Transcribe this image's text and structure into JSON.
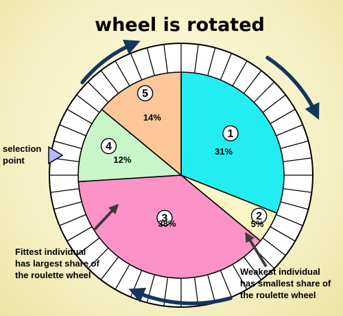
{
  "title": "wheel is rotated",
  "segments": [
    {
      "id": "1",
      "percent": 31,
      "label": "31%",
      "color": "#22eef2"
    },
    {
      "id": "2",
      "percent": 5,
      "label": "5%",
      "color": "#fbf6c6"
    },
    {
      "id": "3",
      "percent": 38,
      "label": "38%",
      "color": "#fb93c7"
    },
    {
      "id": "4",
      "percent": 12,
      "label": "12%",
      "color": "#c8f6c8"
    },
    {
      "id": "5",
      "percent": 14,
      "label": "14%",
      "color": "#fdc79a"
    }
  ],
  "selection_point": {
    "line1": "selection",
    "line2": "point",
    "color": "#b9b9ff"
  },
  "fittest_note": {
    "line1": "Fittest individual",
    "line2": "has largest share of",
    "line3": "the roulette wheel"
  },
  "weakest_note": {
    "line1": "Weakest individual",
    "line2": "has smallest share of",
    "line3": "the roulette wheel"
  },
  "icons": {
    "rotation": "curved-arrow-icon",
    "pointer": "triangle-pointer-icon",
    "callout": "arrow-icon"
  },
  "colors": {
    "arrow": "#15355f",
    "outline": "#000000",
    "callout_arrow": "#3b3b3b"
  }
}
